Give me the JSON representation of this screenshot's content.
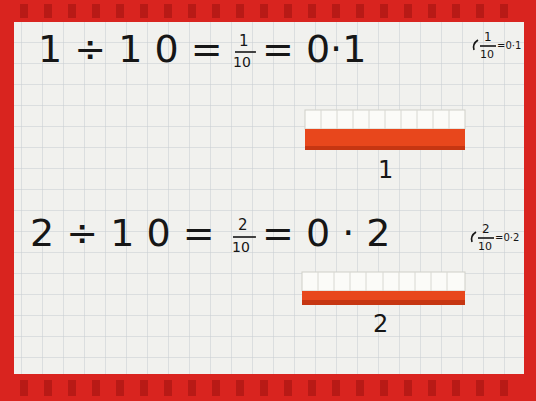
{
  "diagram": {
    "labels": [
      "1 ÷ 1 0 =",
      "1",
      "10",
      "= 0·1",
      "1",
      "10",
      "=0·1",
      "1",
      "2 ÷ 1 0 =",
      "2",
      "10",
      "= 0 · 2",
      "2",
      "10",
      "=0·2",
      "2"
    ]
  }
}
